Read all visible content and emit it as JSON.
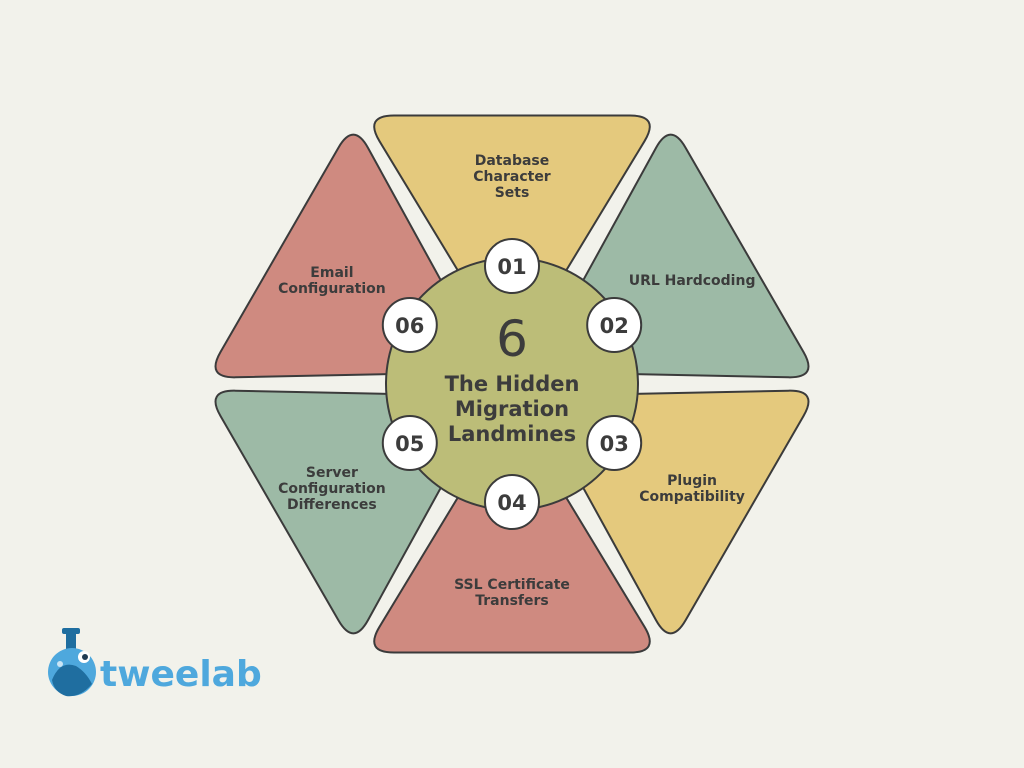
{
  "colors": {
    "background": "#f2f2eb",
    "outline": "#3b3b3b",
    "yellow": "#e4c97d",
    "green": "#9dbaa6",
    "red": "#cf8a80",
    "hub": "#bcbd78",
    "badge": "#ffffff",
    "text": "#3c3c3c",
    "logo_blue": "#4ea8dd",
    "logo_dark": "#1f6ea0"
  },
  "hub": {
    "number": "6",
    "title_lines": [
      "The Hidden",
      "Migration",
      "Landmines"
    ]
  },
  "segments": [
    {
      "number": "01",
      "label_lines": [
        "Database",
        "Character",
        "Sets"
      ],
      "color": "yellow"
    },
    {
      "number": "02",
      "label_lines": [
        "URL Hardcoding"
      ],
      "color": "green"
    },
    {
      "number": "03",
      "label_lines": [
        "Plugin",
        "Compatibility"
      ],
      "color": "yellow"
    },
    {
      "number": "04",
      "label_lines": [
        "SSL Certificate",
        "Transfers"
      ],
      "color": "red"
    },
    {
      "number": "05",
      "label_lines": [
        "Server",
        "Configuration",
        "Differences"
      ],
      "color": "green"
    },
    {
      "number": "06",
      "label_lines": [
        "Email",
        "Configuration"
      ],
      "color": "red"
    }
  ],
  "logo": {
    "text_part1": "twee",
    "text_part2": "lab",
    "icon": "flask-icon"
  }
}
